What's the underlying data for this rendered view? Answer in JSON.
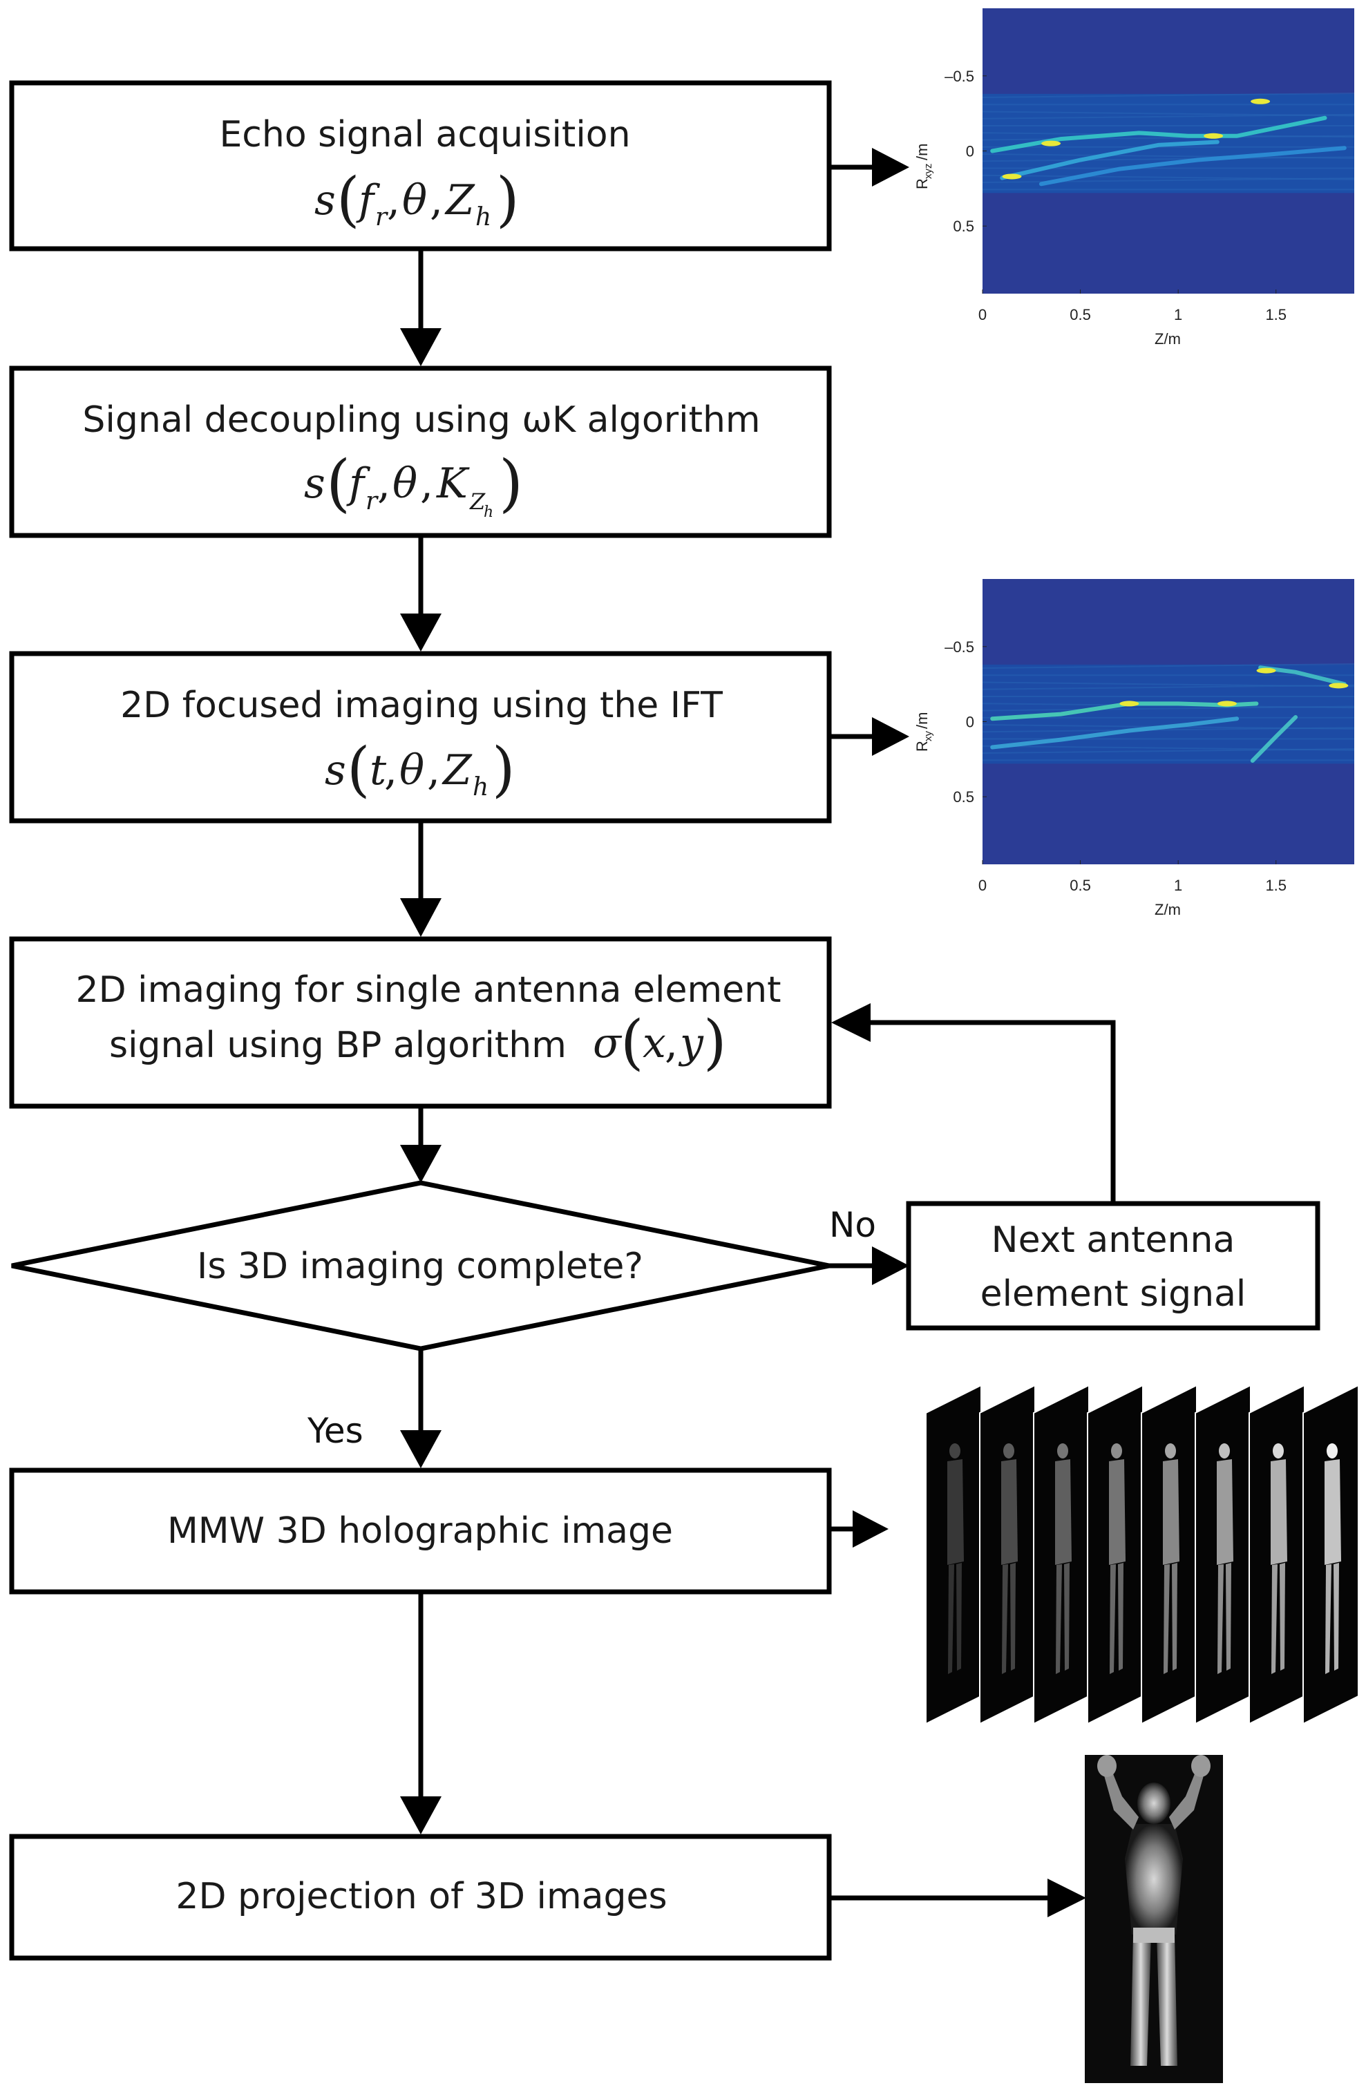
{
  "flow": {
    "box1": {
      "text": "Echo signal acquisition",
      "formula": {
        "func": "s",
        "args": [
          "f",
          "θ",
          "Z"
        ],
        "sub_f": "r",
        "sub_z": "h"
      }
    },
    "box2": {
      "text": "Signal decoupling using ωK algorithm",
      "formula": {
        "func": "s",
        "args": [
          "f",
          "θ",
          "K"
        ],
        "sub_f": "r",
        "sub_k": "Z",
        "sub_k2": "h"
      }
    },
    "box3": {
      "text": "2D focused imaging using the IFT",
      "formula": {
        "func": "s",
        "args": [
          "t",
          "θ",
          "Z"
        ],
        "sub_z": "h"
      }
    },
    "box4": {
      "line1": "2D imaging for single antenna element",
      "line2": "signal using BP algorithm",
      "formula": {
        "func": "σ",
        "args": [
          "x",
          "y"
        ]
      }
    },
    "decision": {
      "text": "Is 3D imaging complete?"
    },
    "next_box": {
      "line1": "Next antenna",
      "line2": "element signal"
    },
    "no_label": "No",
    "yes_label": "Yes",
    "box5": {
      "text": "MMW 3D holographic image"
    },
    "box6": {
      "text": "2D projection of 3D images"
    }
  },
  "plots": [
    {
      "name": "rxyz-plot",
      "ylabel_main": "R",
      "ylabel_sub": "xyz",
      "ylabel_unit": "/m",
      "xlabel": "Z/m",
      "xticks": [
        "0",
        "0.5",
        "1",
        "1.5"
      ],
      "yticks": [
        "-0.5",
        "0",
        "0.5"
      ],
      "background_color": "#2b3c95",
      "band_color": "#1c4fa8",
      "xlim": [
        0,
        1.9
      ],
      "ylim": [
        -0.95,
        0.95
      ],
      "band": [
        -0.38,
        0.28
      ],
      "traces": [
        {
          "points": [
            [
              0.05,
              0.0
            ],
            [
              0.4,
              -0.08
            ],
            [
              0.8,
              -0.12
            ],
            [
              1.05,
              -0.1
            ],
            [
              1.3,
              -0.1
            ],
            [
              1.75,
              -0.22
            ]
          ],
          "color": "#36c9c6"
        },
        {
          "points": [
            [
              0.1,
              0.18
            ],
            [
              0.5,
              0.06
            ],
            [
              0.9,
              -0.04
            ],
            [
              1.2,
              -0.06
            ]
          ],
          "color": "#34a9d8"
        },
        {
          "points": [
            [
              0.3,
              0.22
            ],
            [
              0.7,
              0.12
            ],
            [
              1.1,
              0.06
            ],
            [
              1.5,
              0.02
            ],
            [
              1.85,
              -0.02
            ]
          ],
          "color": "#2e8fd6"
        }
      ],
      "hotspots": [
        [
          1.18,
          -0.1
        ],
        [
          1.42,
          -0.33
        ],
        [
          0.35,
          -0.05
        ],
        [
          0.15,
          0.17
        ]
      ]
    },
    {
      "name": "rxy-plot",
      "ylabel_main": "R",
      "ylabel_sub": "xy",
      "ylabel_unit": "/m",
      "xlabel": "Z/m",
      "xticks": [
        "0",
        "0.5",
        "1",
        "1.5"
      ],
      "yticks": [
        "-0.5",
        "0",
        "0.5"
      ],
      "background_color": "#2b3c95",
      "band_color": "#1d4ba5",
      "xlim": [
        0,
        1.9
      ],
      "ylim": [
        -0.95,
        0.95
      ],
      "band": [
        -0.38,
        0.28
      ],
      "traces": [
        {
          "points": [
            [
              0.05,
              -0.02
            ],
            [
              0.4,
              -0.05
            ],
            [
              0.75,
              -0.12
            ],
            [
              1.0,
              -0.12
            ],
            [
              1.25,
              -0.11
            ],
            [
              1.4,
              -0.12
            ]
          ],
          "color": "#4bd3b7"
        },
        {
          "points": [
            [
              0.05,
              0.17
            ],
            [
              0.4,
              0.12
            ],
            [
              0.75,
              0.06
            ],
            [
              1.05,
              0.02
            ],
            [
              1.3,
              -0.02
            ]
          ],
          "color": "#3aa5d6"
        },
        {
          "points": [
            [
              1.38,
              0.26
            ],
            [
              1.5,
              0.1
            ],
            [
              1.6,
              -0.03
            ]
          ],
          "color": "#49c7c7"
        },
        {
          "points": [
            [
              1.42,
              -0.36
            ],
            [
              1.6,
              -0.33
            ],
            [
              1.85,
              -0.25
            ]
          ],
          "color": "#45c2c4"
        }
      ],
      "hotspots": [
        [
          1.25,
          -0.12
        ],
        [
          1.45,
          -0.34
        ],
        [
          0.75,
          -0.12
        ],
        [
          1.82,
          -0.24
        ]
      ]
    }
  ]
}
